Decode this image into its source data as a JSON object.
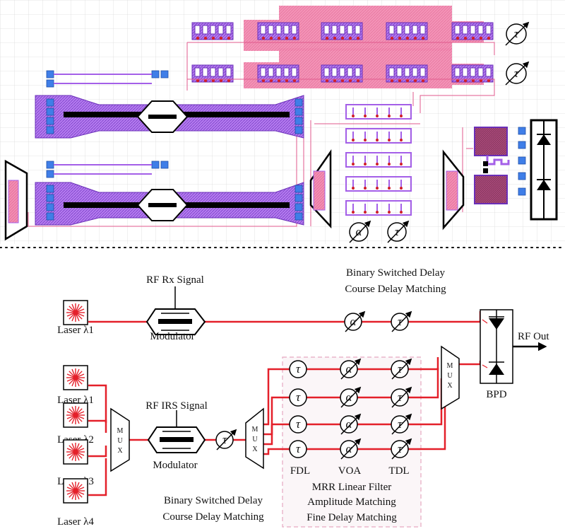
{
  "top_layout": {
    "tunable_symbol": "τ",
    "attenuator_symbol": "α"
  },
  "schematic": {
    "rx_signal_label": "RF Rx Signal",
    "irs_signal_label": "RF IRS Signal",
    "modulator_label": "Modulator",
    "mux_letters": [
      "M",
      "U",
      "X"
    ],
    "binary_switched_label": "Binary Switched Delay",
    "course_delay_label": "Course Delay Matching",
    "lasers": [
      "Laser λ1",
      "Laser λ1",
      "Laser λ2",
      "Laser λ3",
      "Laser λ4"
    ],
    "tau_symbol": "τ",
    "alpha_symbol": "α",
    "fdl_label": "FDL",
    "voa_label": "VOA",
    "tdl_label": "TDL",
    "mrr_title": "MRR Linear Filter",
    "mrr_amp": "Amplitude Matching",
    "mrr_fine": "Fine Delay Matching",
    "bpd_label": "BPD",
    "rf_out_label": "RF Out"
  },
  "colors": {
    "waveguide": "#e4202a",
    "layout_purple": "#a45fe8",
    "layout_pink": "#ee7ba7",
    "layout_blue": "#3f7ee8",
    "grid": "#d8d8d8"
  }
}
